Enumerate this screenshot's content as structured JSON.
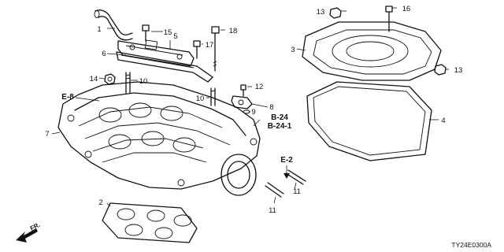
{
  "callouts": [
    "1",
    "2",
    "4",
    "5",
    "6",
    "7",
    "8",
    "9",
    "10",
    "10",
    "11",
    "11",
    "12",
    "13",
    "13",
    "14",
    "15",
    "16",
    "17",
    "18",
    "3"
  ],
  "refs": [
    "E-8",
    "B-24",
    "B-24-1",
    "E-2"
  ],
  "direction": "FR.",
  "diagram_code": "TY24E0300A"
}
